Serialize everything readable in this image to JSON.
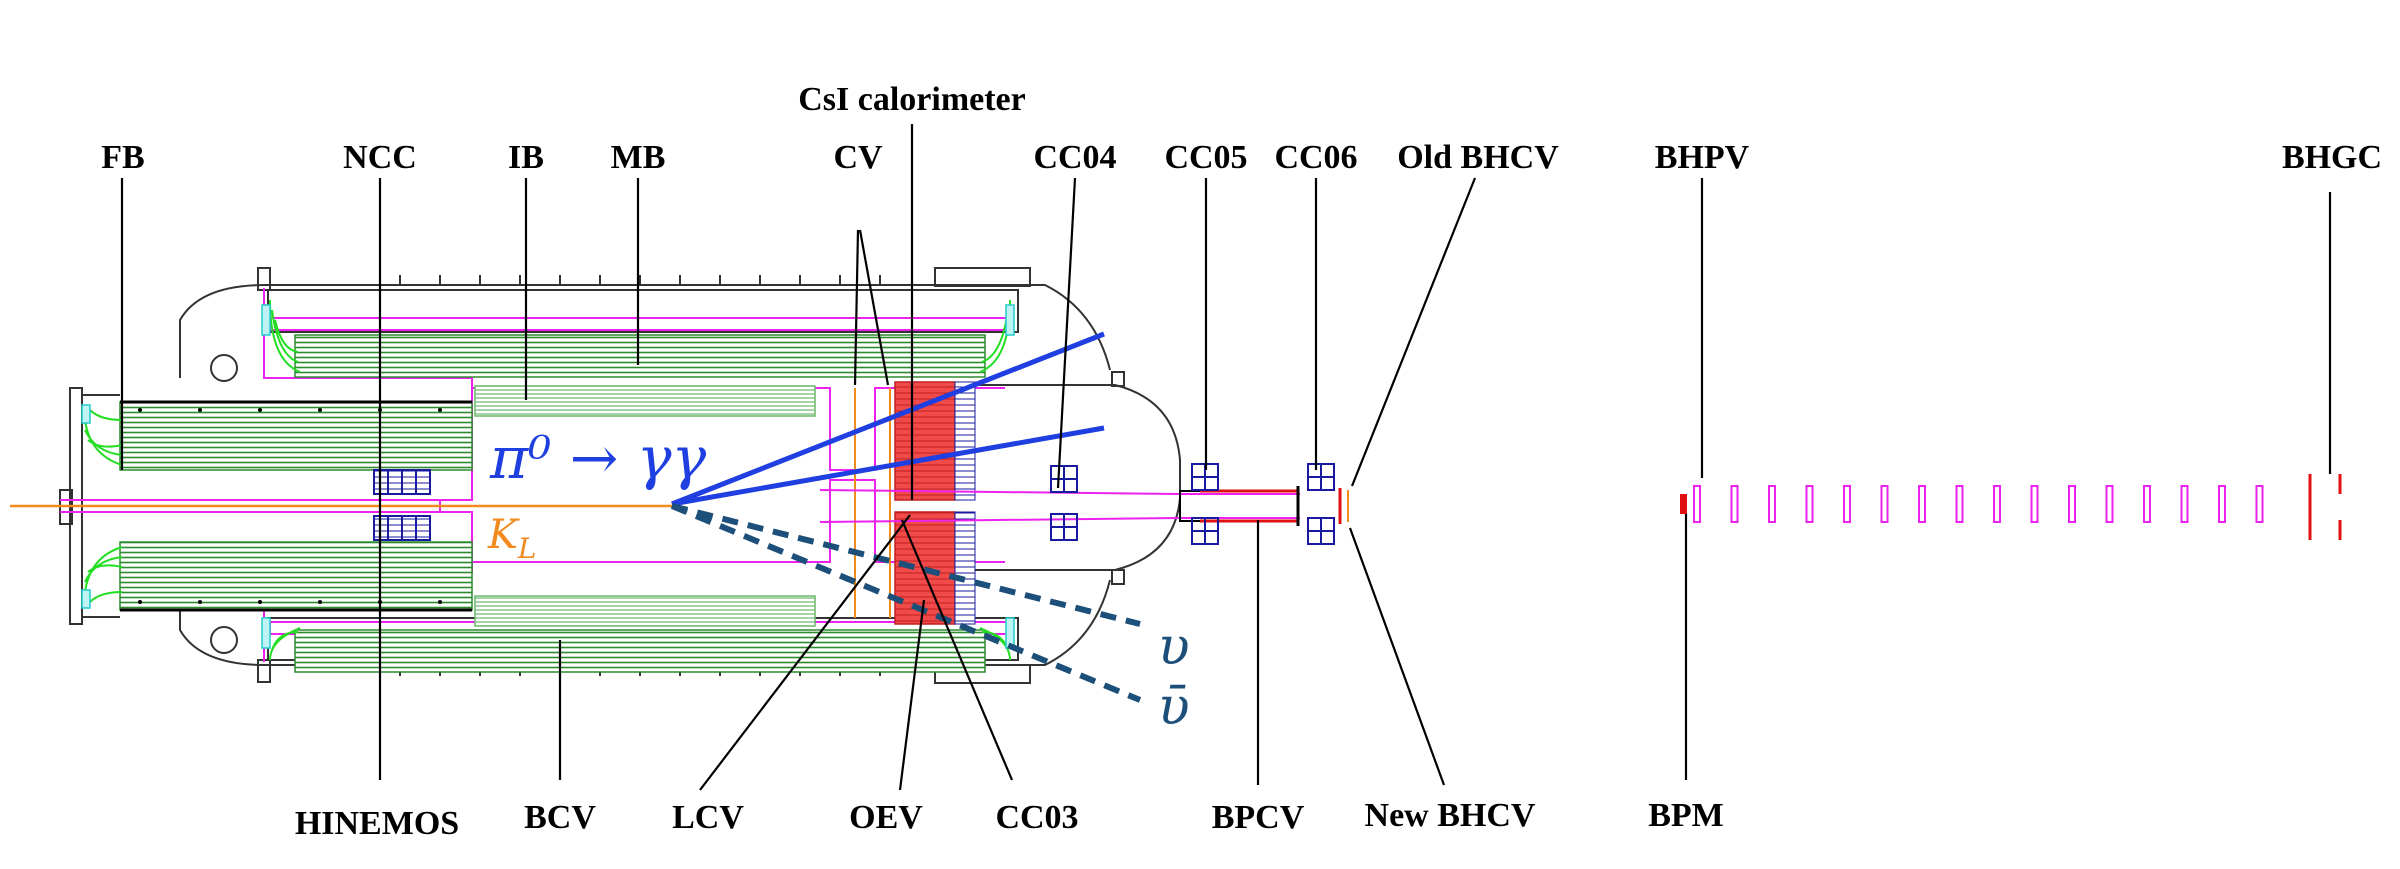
{
  "labels": {
    "fb": "FB",
    "ncc": "NCC",
    "ib": "IB",
    "mb": "MB",
    "csi": "CsI calorimeter",
    "cv": "CV",
    "cc04": "CC04",
    "cc05": "CC05",
    "cc06": "CC06",
    "old_bhcv": "Old BHCV",
    "bhpv": "BHPV",
    "bhgc": "BHGC",
    "hinemos": "HINEMOS",
    "bcv": "BCV",
    "lcv": "LCV",
    "oev": "OEV",
    "cc03": "CC03",
    "bpcv": "BPCV",
    "new_bhcv": "New BHCV",
    "bpm": "BPM"
  },
  "physics": {
    "decay": "π⁰ → γγ",
    "kaon_base": "K",
    "kaon_sub": "L",
    "nu": "υ",
    "nubar": "ῡ"
  },
  "colors": {
    "beam": "#f28a1e",
    "gamma": "#1f3fe0",
    "neutrino": "#1c4f7a",
    "inner_barrel": "#2e8b2e",
    "csi": "#f04a4a",
    "magenta": "#ee22ee",
    "fiber": "#22dd22",
    "cyan": "#22cccc",
    "grid": "#1a1aa0",
    "red": "#e01010",
    "leader": "#000000",
    "vessel": "#333333"
  },
  "bhpv_modules": 16
}
